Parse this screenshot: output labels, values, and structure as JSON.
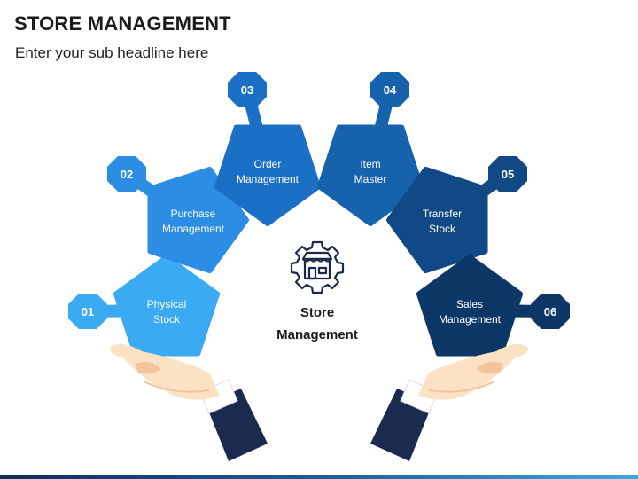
{
  "header": {
    "title": "STORE MANAGEMENT",
    "subtitle": "Enter your sub headline here"
  },
  "center": {
    "line1": "Store",
    "line2": "Management",
    "icon": "store-gear-icon"
  },
  "steps": [
    {
      "num": "01",
      "line1": "Physical",
      "line2": "Stock",
      "color": "#3aaaf2"
    },
    {
      "num": "02",
      "line1": "Purchase",
      "line2": "Management",
      "color": "#2b8de4"
    },
    {
      "num": "03",
      "line1": "Order",
      "line2": "Management",
      "color": "#1b70c6"
    },
    {
      "num": "04",
      "line1": "Item",
      "line2": "Master",
      "color": "#1762ad"
    },
    {
      "num": "05",
      "line1": "Transfer",
      "line2": "Stock",
      "color": "#104985"
    },
    {
      "num": "06",
      "line1": "Sales",
      "line2": "Management",
      "color": "#0d3767"
    }
  ],
  "colors": {
    "skin": "#fde1c4",
    "skin_shadow": "#f2c49c",
    "sleeve": "#1a2b4f",
    "cuff": "#ffffff",
    "text_dark": "#1b1b1b"
  }
}
